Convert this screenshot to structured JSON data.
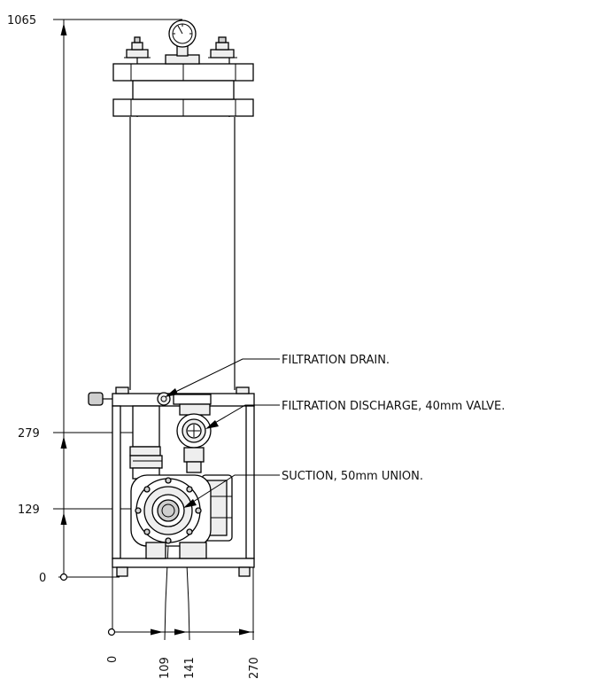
{
  "vertical_dimensions": [
    {
      "id": "h1065",
      "label": "1065"
    },
    {
      "id": "h279",
      "label": "279"
    },
    {
      "id": "h129",
      "label": "129"
    },
    {
      "id": "h0",
      "label": "0"
    }
  ],
  "horizontal_dimensions": [
    {
      "id": "w0",
      "label": "0"
    },
    {
      "id": "w109",
      "label": "109"
    },
    {
      "id": "w141",
      "label": "141"
    },
    {
      "id": "w270",
      "label": "270"
    }
  ],
  "callouts": {
    "drain": "FILTRATION DRAIN.",
    "discharge": "FILTRATION DISCHARGE, 40mm VALVE.",
    "suction": "SUCTION, 50mm UNION."
  }
}
